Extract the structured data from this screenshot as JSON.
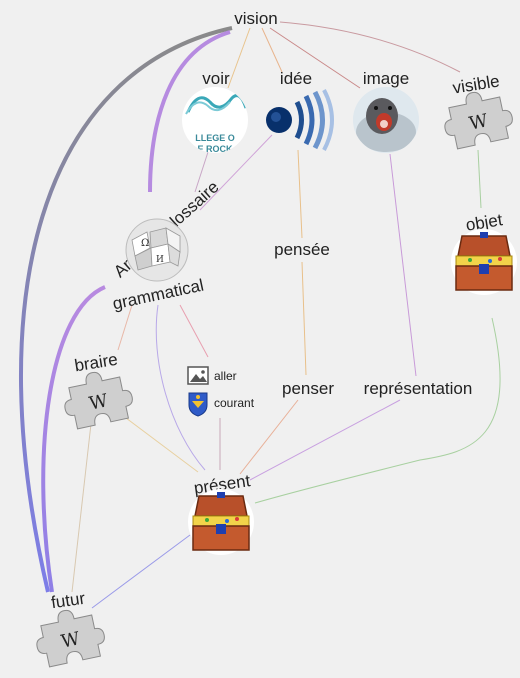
{
  "nodes": {
    "vision": "vision",
    "voir": "voir",
    "idee": "idée",
    "image": "image",
    "visible": "visible",
    "annexe": "Annexe:Glossaire",
    "grammatical": "grammatical",
    "pensee": "pensée",
    "objet": "objet",
    "braire": "braire",
    "aller": "aller",
    "courant": "courant",
    "penser": "penser",
    "representation": "représentation",
    "present": "présent",
    "futur": "futur"
  },
  "logo_text": {
    "college_line1": "LLEGE O",
    "college_line2": "E ROCK",
    "wiki_letter": "W"
  },
  "colors": {
    "background": "#f0f0f0",
    "purple_edge": "#b68be0",
    "blue_edge": "#7f7fe6",
    "grey_edge": "#777777"
  }
}
